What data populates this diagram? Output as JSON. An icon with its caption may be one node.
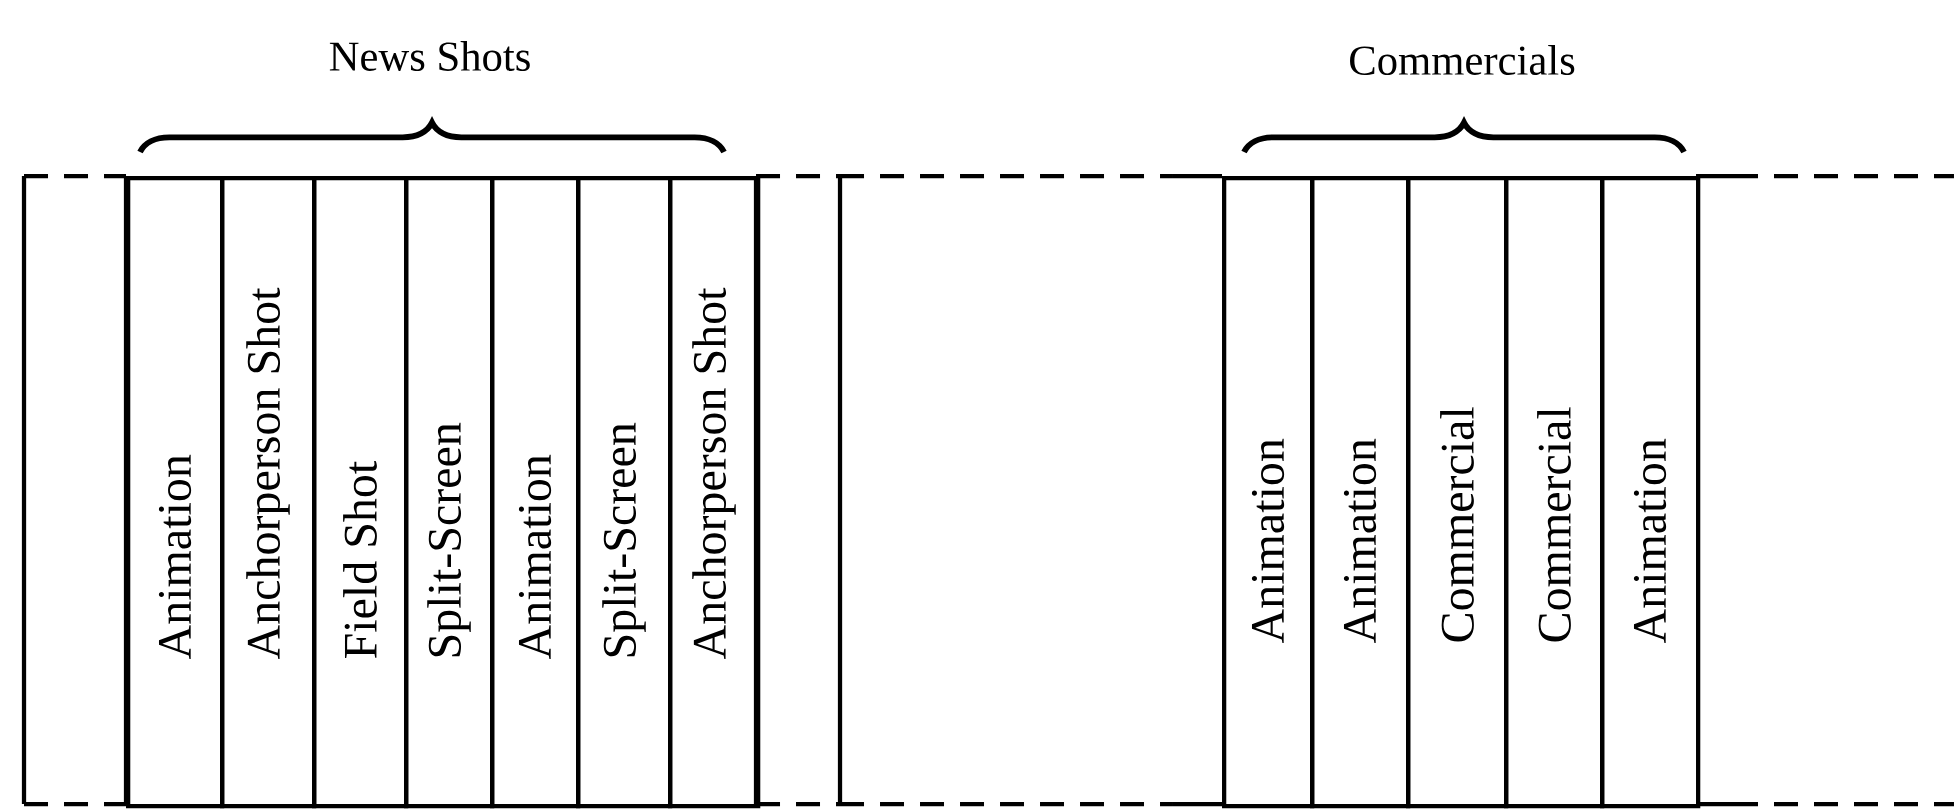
{
  "diagram": {
    "nodes": [
      {
        "text": [],
        "shape": "box"
      },
      {
        "text": [
          "Animation"
        ]
      },
      {
        "text": [
          "Anchorperson Shot"
        ]
      },
      {
        "text": [
          "Field Shot"
        ]
      },
      {
        "text": [
          "Split-Screen"
        ]
      },
      {
        "text": [
          "Animation"
        ]
      },
      {
        "text": [
          "Split-Screen"
        ]
      },
      {
        "text": [
          "Anchorperson Shot"
        ]
      },
      {
        "text": [],
        "shape": "box"
      },
      {
        "text": [
          "Animation"
        ]
      },
      {
        "text": [
          "Animation"
        ]
      },
      {
        "text": [
          "Commercial"
        ]
      },
      {
        "text": [
          "Commercial"
        ]
      },
      {
        "text": [
          "Animation"
        ]
      }
    ],
    "labels": [
      "News Shots",
      "Commercials"
    ]
  }
}
